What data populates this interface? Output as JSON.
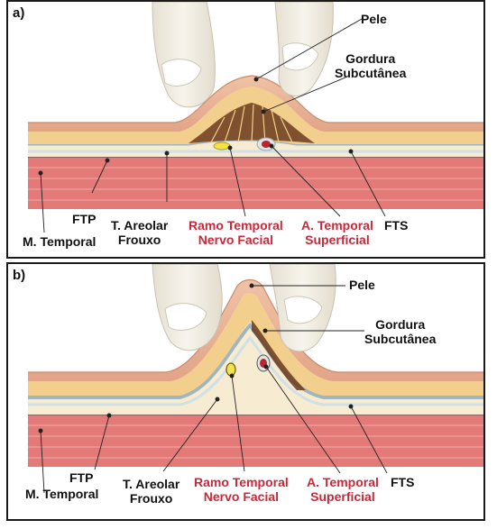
{
  "colors": {
    "skin": "#ecb598",
    "skin_dark": "#d99679",
    "fat": "#f2cf8c",
    "fat_light": "#f6dca4",
    "fascia": "#cfe0e6",
    "areolar": "#f7ecd2",
    "septa": "#6b3b1e",
    "muscle": "#e47a78",
    "muscle_line": "#f1a9a6",
    "finger": "#f3efe6",
    "finger_shadow": "#d8d2c3",
    "nerve": "#f3e24a",
    "artery": "#b82632",
    "red_label": "#c8283a"
  },
  "panel_a": {
    "letter": "a)",
    "labels": {
      "pele": "Pele",
      "gordura": "Gordura\nSubcutânea",
      "ftp": "FTP",
      "m_temporal": "M. Temporal",
      "areolar": "T. Areolar\nFrouxo",
      "ramo": "Ramo Temporal\nNervo Facial",
      "artery": "A. Temporal\nSuperficial",
      "fts": "FTS"
    }
  },
  "panel_b": {
    "letter": "b)",
    "labels": {
      "pele": "Pele",
      "gordura": "Gordura\nSubcutânea",
      "ftp": "FTP",
      "m_temporal": "M. Temporal",
      "areolar": "T. Areolar\nFrouxo",
      "ramo": "Ramo Temporal\nNervo Facial",
      "artery": "A. Temporal\nSuperficial",
      "fts": "FTS"
    }
  }
}
